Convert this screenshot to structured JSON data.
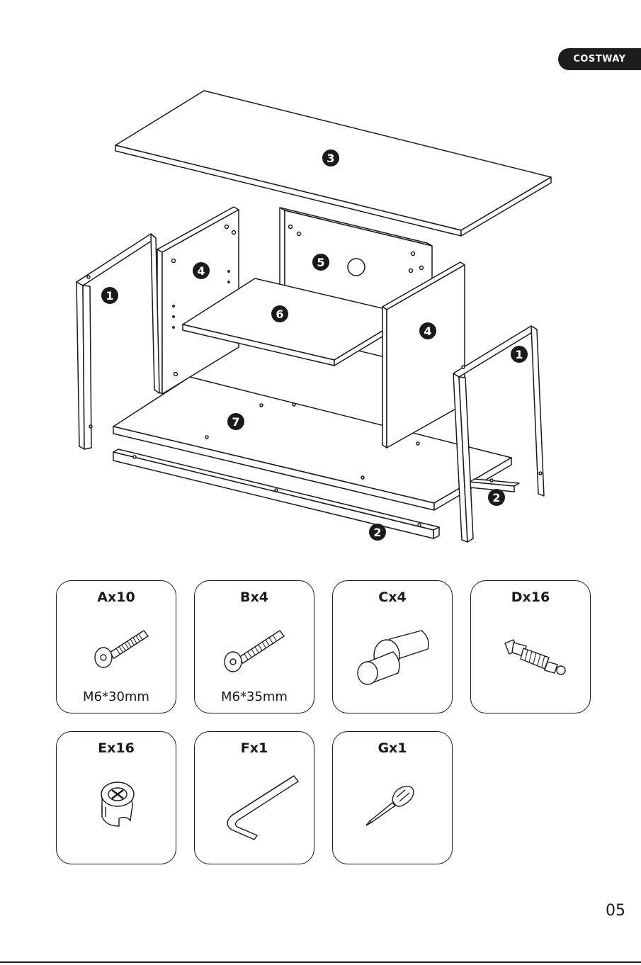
{
  "brand": {
    "name": "COSTWAY"
  },
  "diagram": {
    "part_labels": {
      "top_panel": "3",
      "left_leg": "1",
      "right_leg": "1",
      "left_side_panel": "4",
      "right_side_panel": "4",
      "back_panel": "5",
      "middle_shelf": "6",
      "bottom_panel": "7",
      "front_rail": "2",
      "back_rail": "2"
    }
  },
  "hardware": [
    {
      "code": "Ax10",
      "spec": "M6*30mm",
      "icon": "bolt-icon"
    },
    {
      "code": "Bx4",
      "spec": "M6*35mm",
      "icon": "bolt-icon"
    },
    {
      "code": "Cx4",
      "spec": "",
      "icon": "shelf-pin-icon"
    },
    {
      "code": "Dx16",
      "spec": "",
      "icon": "cam-bolt-icon"
    },
    {
      "code": "Ex16",
      "spec": "",
      "icon": "cam-lock-icon"
    },
    {
      "code": "Fx1",
      "spec": "",
      "icon": "allen-key-icon"
    },
    {
      "code": "Gx1",
      "spec": "",
      "icon": "screwdriver-icon"
    }
  ],
  "page": {
    "number": "05"
  }
}
